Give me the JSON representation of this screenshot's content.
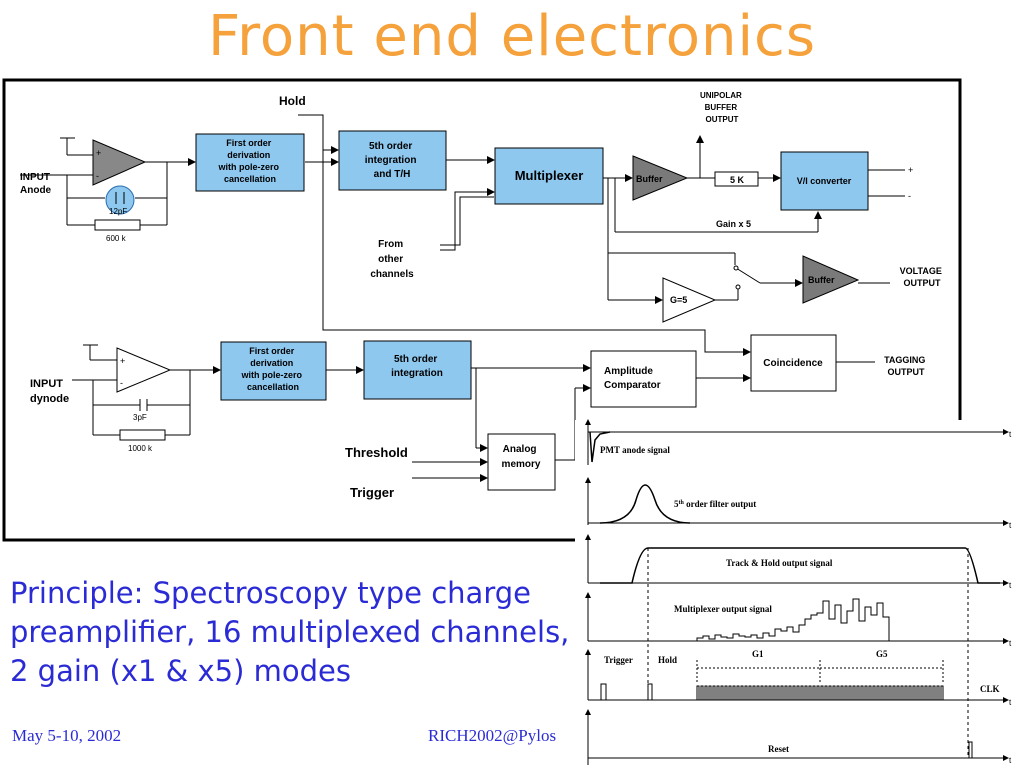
{
  "slide": {
    "title": "Front end electronics",
    "principle": "Principle: Spectroscopy type charge preamplifier, 16 multiplexed channels, 2 gain (x1 & x5) modes",
    "footer_date": "May 5-10, 2002",
    "footer_conf": "RICH2002@Pylos"
  },
  "diagram": {
    "colors": {
      "block": "#8ec8ef",
      "buffer": "#7a7a7a",
      "amp_top": "#888888"
    },
    "hold": "Hold",
    "input_anode": [
      "INPUT",
      "Anode"
    ],
    "cap_12pf": "12pF",
    "res_600k": "600 k",
    "deriv1": [
      "First order",
      "derivation",
      "with pole-zero",
      "cancellation"
    ],
    "integ1": [
      "5th order",
      "integration",
      "and T/H"
    ],
    "multiplexer": "Multiplexer",
    "from_other": [
      "From",
      "other",
      "channels"
    ],
    "buffer1": "Buffer",
    "unipolar": [
      "UNIPOLAR",
      "BUFFER",
      "OUTPUT"
    ],
    "res_5k": "5 K",
    "vi_converter": "V/I converter",
    "plus": "+",
    "minus": "-",
    "gain_x5": "Gain x 5",
    "g5": "G=5",
    "buffer2": "Buffer",
    "voltage_output": [
      "VOLTAGE",
      "OUTPUT"
    ],
    "input_dynode": [
      "INPUT",
      "dynode"
    ],
    "cap_3pf": "3pF",
    "res_1000k": "1000 k",
    "deriv2": [
      "First order",
      "derivation",
      "with pole-zero",
      "cancellation"
    ],
    "integ2": [
      "5th order",
      "integration"
    ],
    "amp_comp": [
      "Amplitude",
      "Comparator"
    ],
    "coincidence": "Coincidence",
    "tagging": [
      "TAGGING",
      "OUTPUT"
    ],
    "threshold": "Threshold",
    "trigger_in": "Trigger",
    "analog_memory": [
      "Analog",
      "memory"
    ]
  },
  "timing": {
    "pmt": "PMT anode signal",
    "filter_prefix": "5",
    "filter_sup": "th",
    "filter_rest": " order filter output",
    "track_hold": "Track & Hold output signal",
    "mux": "Multiplexer output signal",
    "trigger": "Trigger",
    "hold": "Hold",
    "g1": "G1",
    "g5": "G5",
    "clk": "CLK",
    "reset": "Reset",
    "axis_t": "t"
  }
}
